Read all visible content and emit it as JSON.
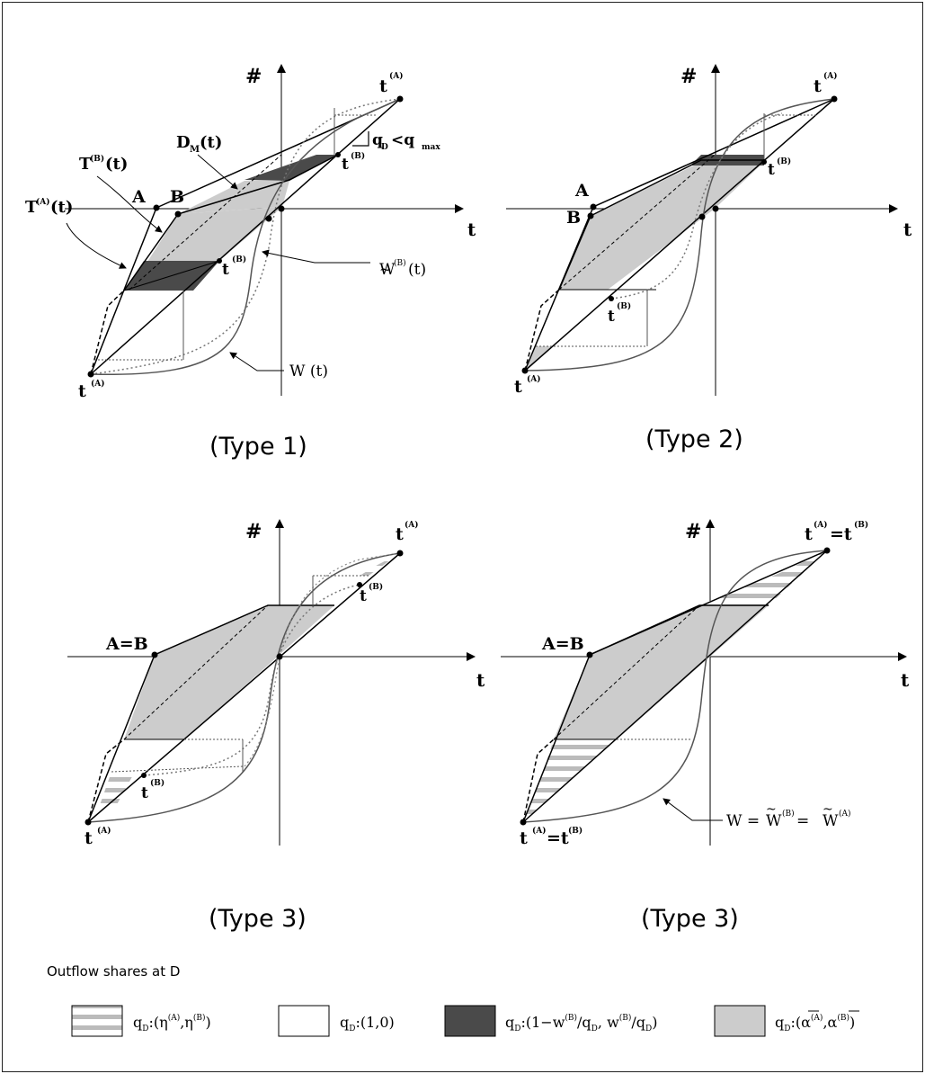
{
  "axes": {
    "hash_label": "#",
    "t_label": "t"
  },
  "panels": [
    {
      "caption": "(Type 1)",
      "labels": {
        "A": "A",
        "B": "B",
        "tf_A": "t",
        "tf_A_sup": "(A)",
        "tf_B": "t",
        "tf_B_sup": "(B)",
        "ts_A": "t",
        "ts_A_sup": "(A)",
        "ts_B": "t",
        "ts_B_sup": "(B)",
        "DM": "D",
        "DM_sub": "M",
        "DM_arg": "(t)",
        "TB": "T",
        "TB_sup": "(B)",
        "TB_arg": "(t)",
        "TA": "T",
        "TA_sup": "(A)",
        "TA_arg": "(t)",
        "qD": "q",
        "qD_sub": "D",
        "qD_lt": "<q",
        "qmax_sub": "max",
        "WB": "W",
        "WB_sup": "(B)",
        "WB_arg": "(t)",
        "W": "W (t)"
      }
    },
    {
      "caption": "(Type 2)",
      "labels": {
        "A": "A",
        "B": "B",
        "tf_A": "t",
        "tf_A_sup": "(A)",
        "tf_B": "t",
        "tf_B_sup": "(B)",
        "ts_A": "t",
        "ts_A_sup": "(A)",
        "ts_B": "t",
        "ts_B_sup": "(B)"
      }
    },
    {
      "caption": "(Type 3)",
      "labels": {
        "AB": "A=B",
        "tf_A": "t",
        "tf_A_sup": "(A)",
        "tf_B": "t",
        "tf_B_sup": "(B)",
        "ts_A": "t",
        "ts_A_sup": "(A)",
        "ts_B": "t",
        "ts_B_sup": "(B)"
      }
    },
    {
      "caption": "(Type 3)",
      "labels": {
        "AB": "A=B",
        "tf": "t",
        "tf_sup1": "(A)",
        "tf_eq": "=t",
        "tf_sup2": "(B)",
        "ts": "t",
        "ts_sup1": "(A)",
        "ts_eq": "=t",
        "ts_sup2": "(B)",
        "W_eq_pre": "W = ",
        "W_eq_mid_sup": "(B)",
        "W_eq_eq": " = ",
        "W_eq_end_sup": "(A)"
      }
    }
  ],
  "legend": {
    "title": "Outflow shares at D",
    "items": [
      {
        "q": "q",
        "sub": "D",
        "text": ":(η",
        "s1": "(A)",
        "t2": ",η",
        "s2": "(B)",
        "t3": ")"
      },
      {
        "q": "q",
        "sub": "D",
        "text": ":(1,0)"
      },
      {
        "q": "q",
        "sub": "D",
        "text": ":(1−w",
        "s1": "(B)",
        "t2": "/q",
        "sub2": "D",
        "t3": ", w",
        "s3": "(B)",
        "t4": "/q",
        "sub3": "D",
        "t5": ")"
      },
      {
        "q": "q",
        "sub": "D",
        "text": ":(α",
        "s1": "(A)",
        "t2": ",α",
        "s2": "(B)",
        "t3": ")"
      }
    ]
  },
  "colors": {
    "gray_fill": "#cccccc",
    "dark_fill": "#4a4a4a",
    "stripe": "#bbbbbb",
    "line": "#000000",
    "curve": "#555555"
  }
}
